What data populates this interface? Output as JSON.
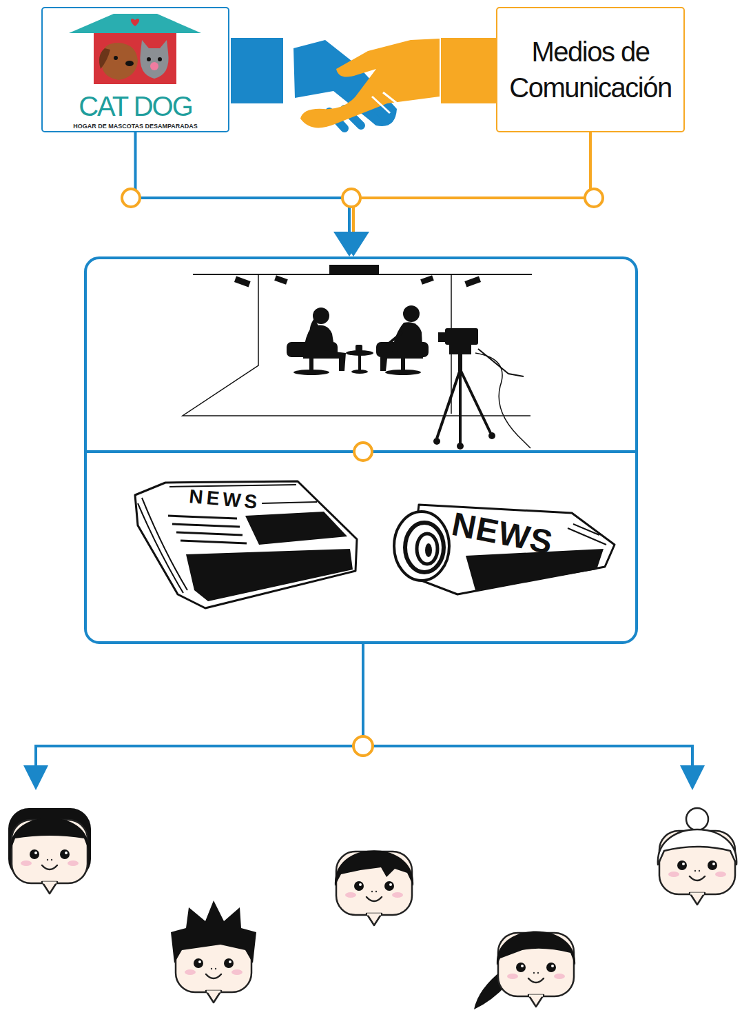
{
  "diagram": {
    "nodes": [
      {
        "text": [
          "CAT DOG",
          "HOGAR DE MASCOTAS DESAMPARADAS"
        ]
      },
      {
        "text": [
          "Medios de Comunicación"
        ]
      },
      {
        "text": [
          "NEWS",
          "NEWS"
        ]
      }
    ],
    "edges": [
      {
        "from": 0,
        "to": 2,
        "arrow": "to"
      },
      {
        "from": 1,
        "to": 2,
        "arrow": "to"
      }
    ]
  }
}
